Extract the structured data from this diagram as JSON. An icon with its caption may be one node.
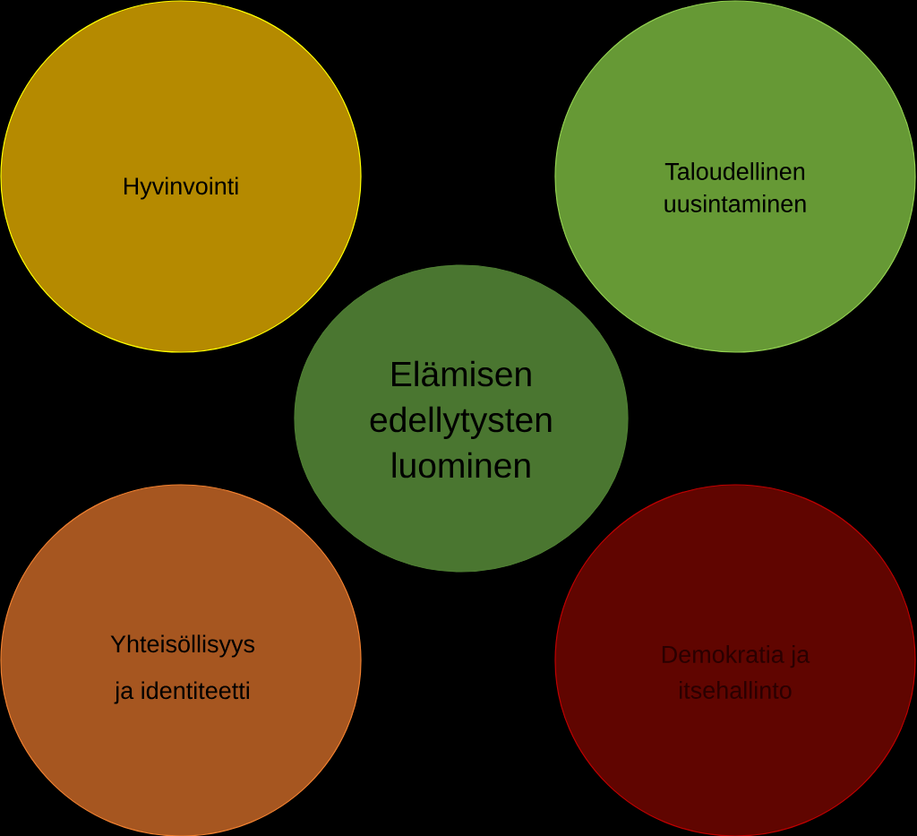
{
  "diagram": {
    "nodes": [
      {
        "text": [
          "Hyvinvointi"
        ]
      },
      {
        "text": [
          "Taloudellinen uusintaminen"
        ]
      },
      {
        "text": [
          "Elämisen edellytysten luominen"
        ]
      },
      {
        "text": [
          "Yhteisöllisyys ja identiteetti"
        ]
      },
      {
        "text": [
          "Demokratia ja itsehallinto"
        ]
      }
    ]
  }
}
